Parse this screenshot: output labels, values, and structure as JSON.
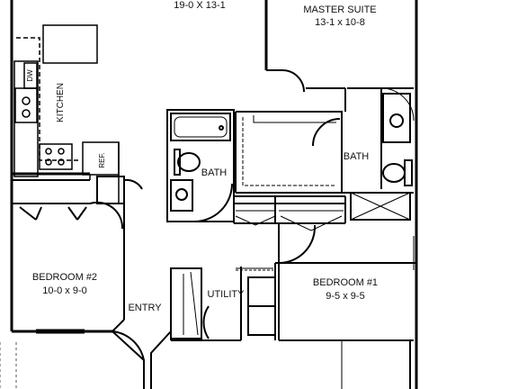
{
  "rooms": {
    "living_dims": "19-0 X 13-1",
    "master_suite_name": "MASTER SUITE",
    "master_suite_dims": "13-1 x 10-8",
    "kitchen_name": "KITCHEN",
    "bath_left_name": "BATH",
    "bath_right_name": "BATH",
    "bedroom2_name": "BEDROOM #2",
    "bedroom2_dims": "10-0 x 9-0",
    "bedroom1_name": "BEDROOM #1",
    "bedroom1_dims": "9-5 x 9-5",
    "entry_name": "ENTRY",
    "utility_name": "UTILITY"
  },
  "fixtures": {
    "dishwasher": "DW",
    "refrigerator": "REF."
  }
}
